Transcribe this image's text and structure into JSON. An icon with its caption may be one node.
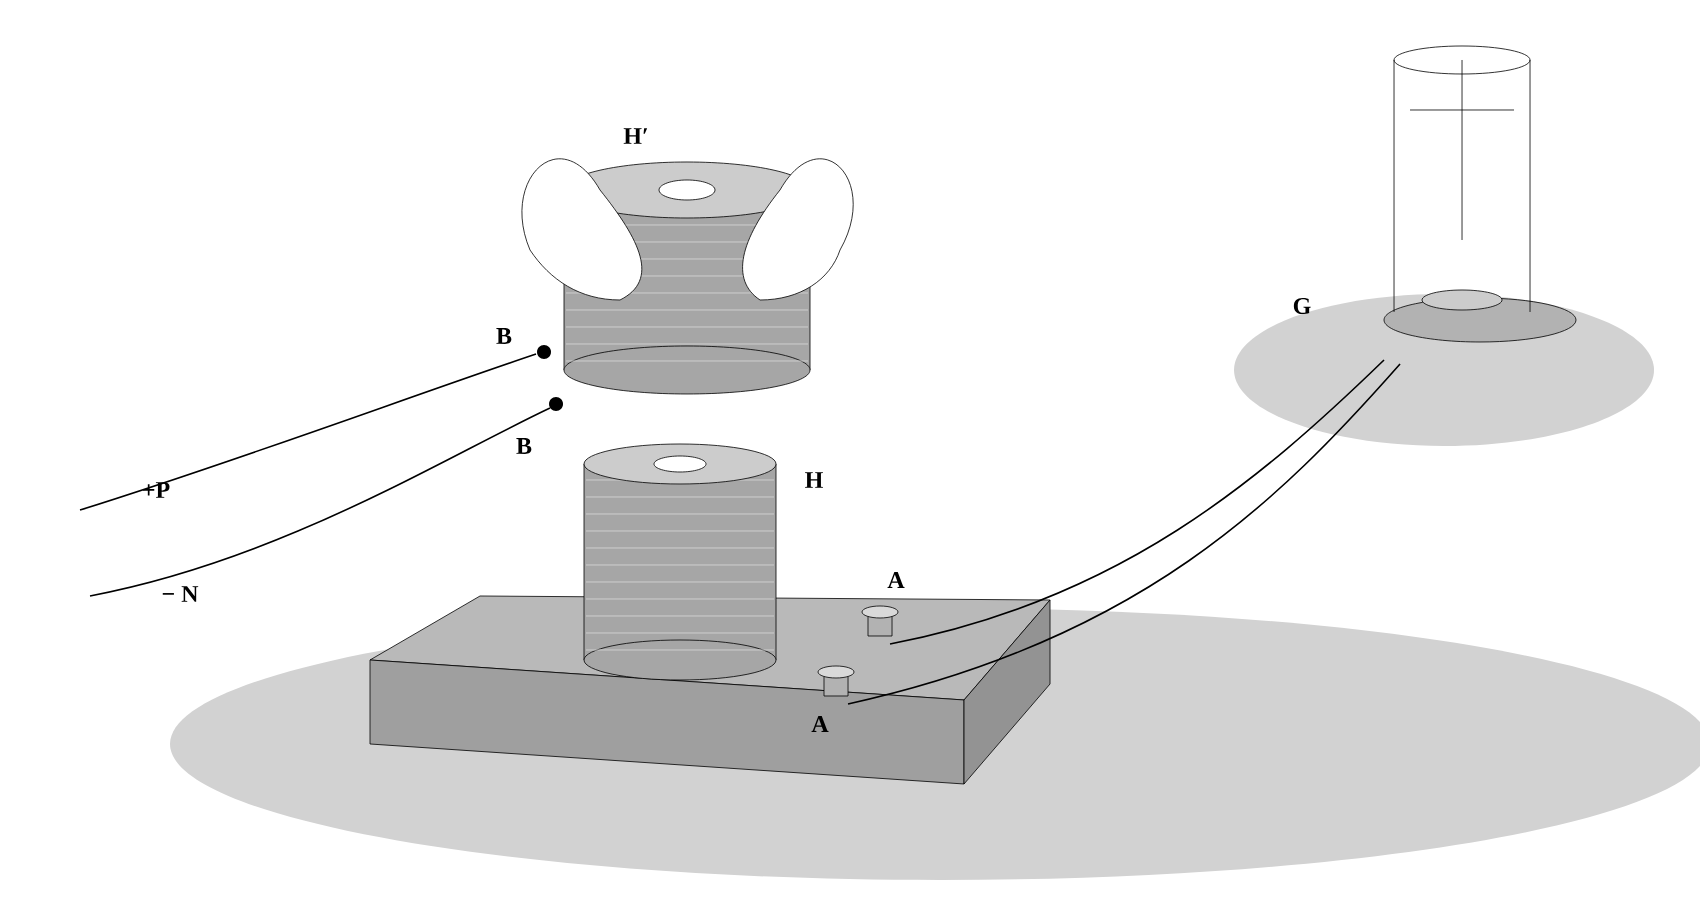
{
  "diagram": {
    "labels": [
      "H′",
      "G",
      "B",
      "B",
      "+P",
      "H",
      "− N",
      "A",
      "A"
    ]
  }
}
